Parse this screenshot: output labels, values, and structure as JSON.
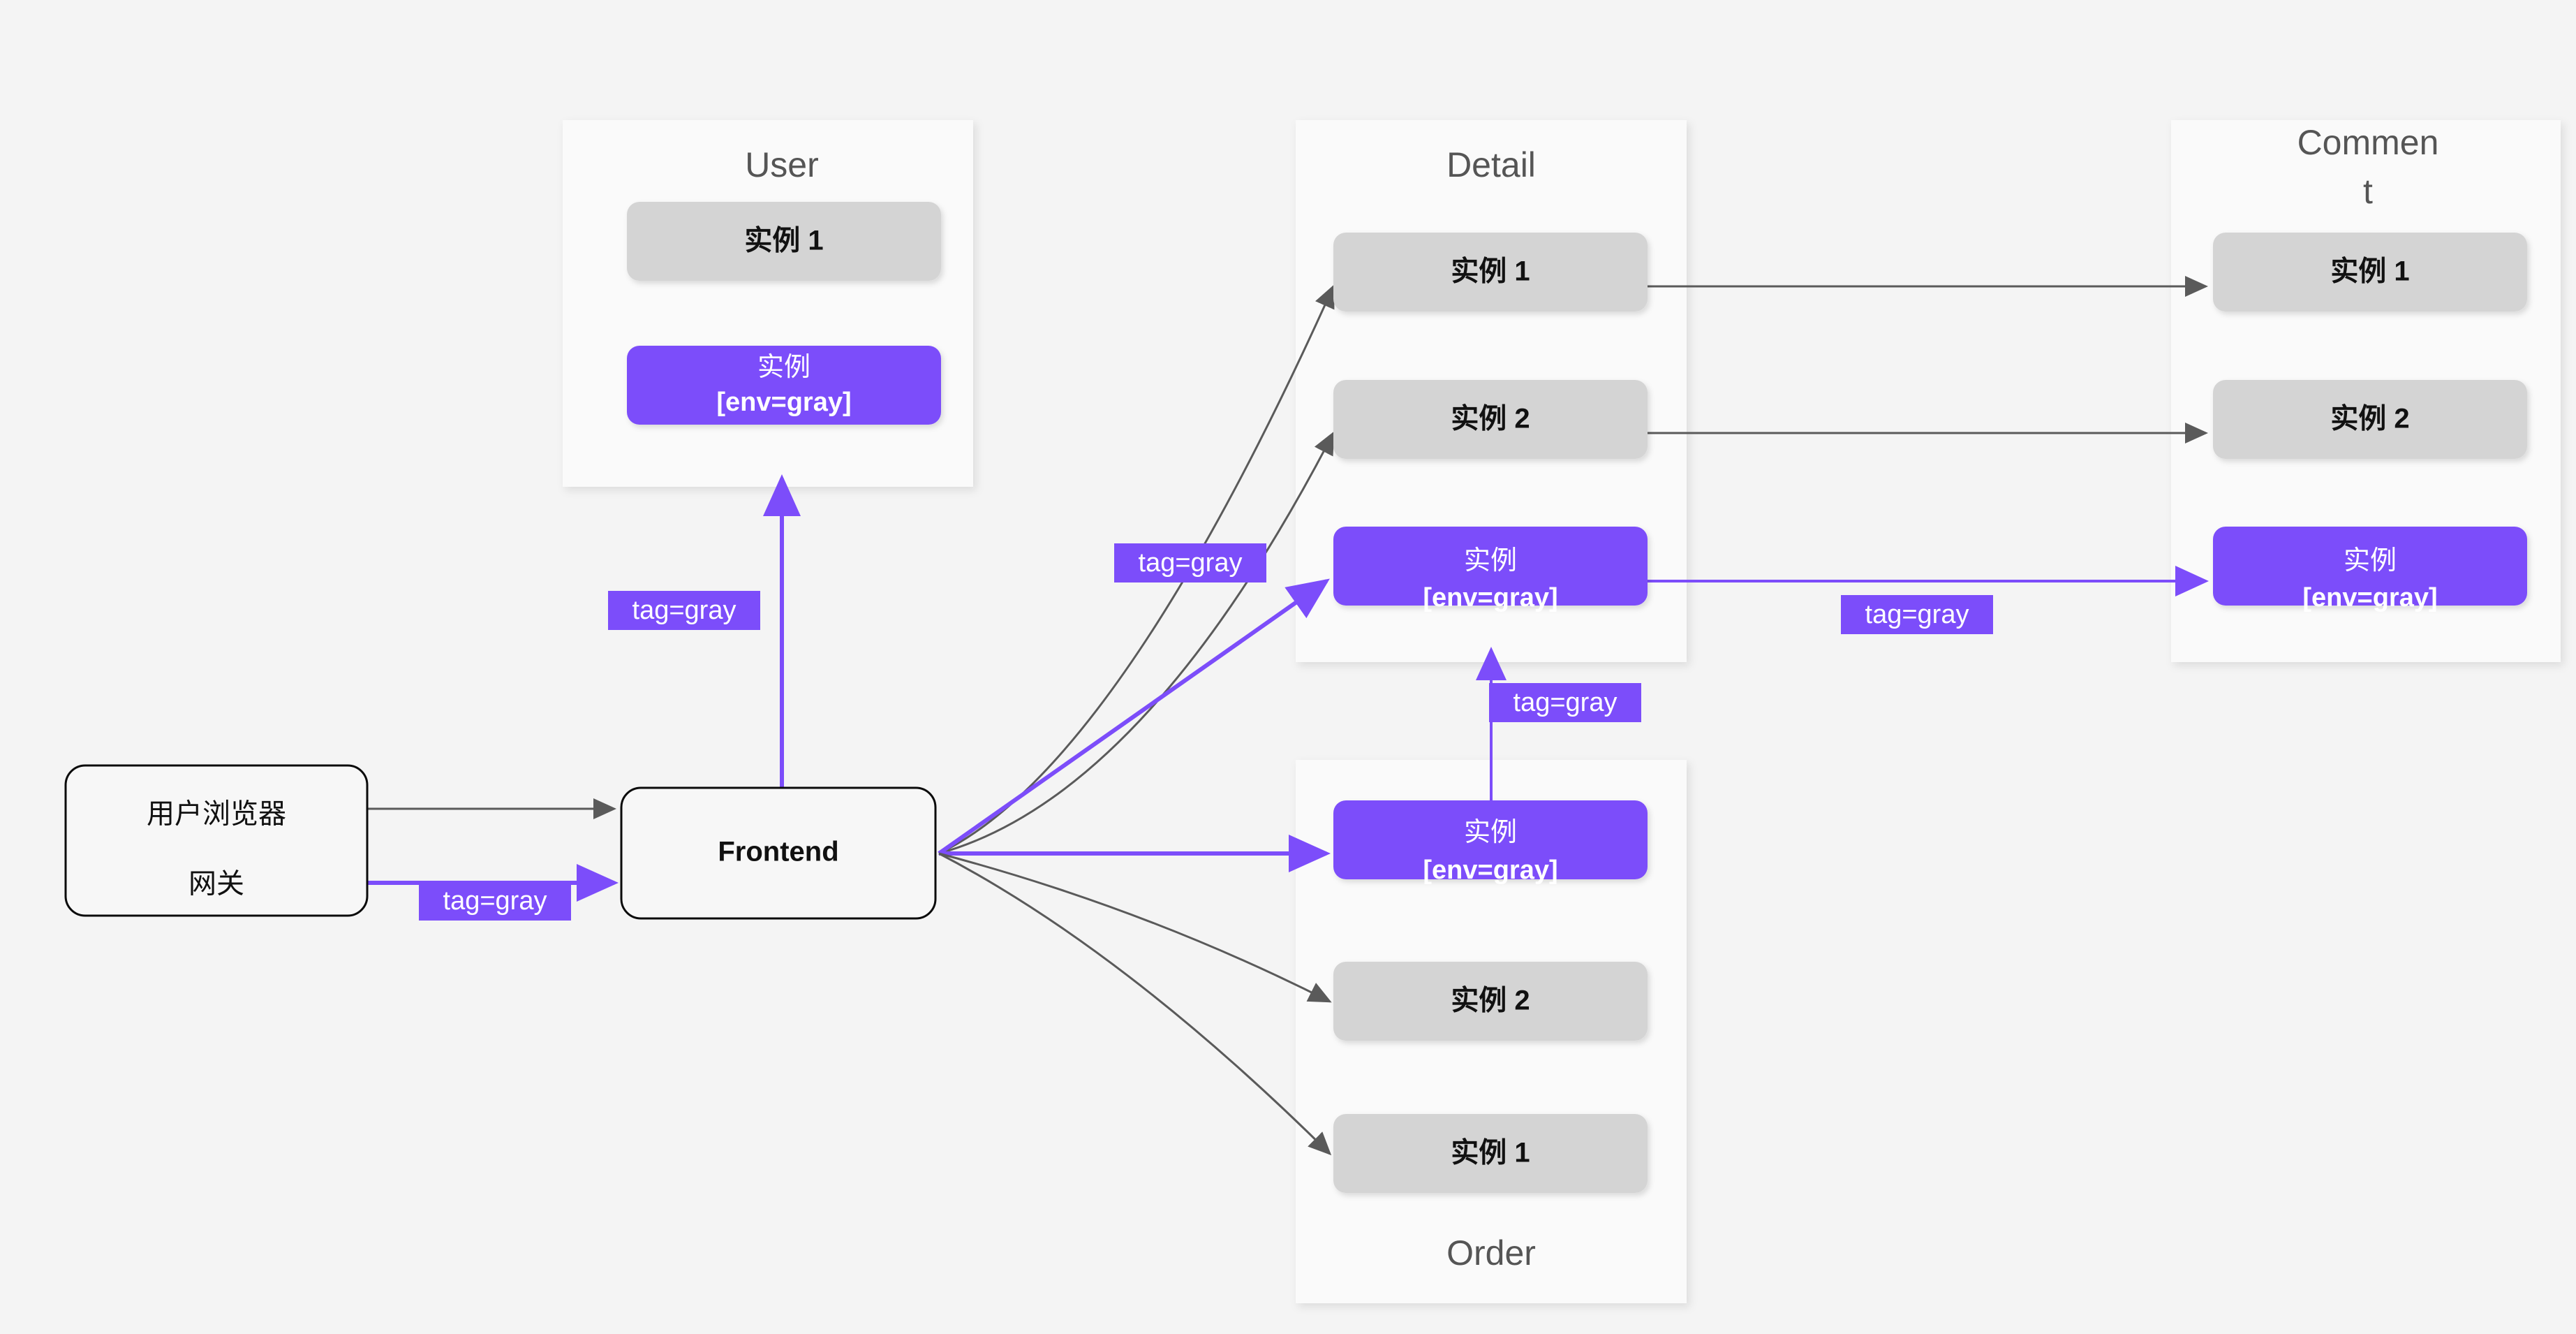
{
  "diagram": {
    "title_hidden": "",
    "background": "#f4f4f4",
    "accent_color": "#7c4dfa",
    "gray_node_color": "#d4d4d4",
    "edge_gray_color": "#5a5a5a"
  },
  "entry": {
    "line1": "用户浏览器",
    "line2": "网关"
  },
  "frontend": {
    "label": "Frontend"
  },
  "subgraphs": [
    {
      "id": "user",
      "title": "User",
      "title_pos": "top",
      "nodes": [
        {
          "id": "user-1",
          "kind": "gray",
          "line1": "实例 1",
          "line2": ""
        },
        {
          "id": "user-gray-inst",
          "kind": "purple",
          "line1": "实例",
          "line2": "[env=gray]"
        }
      ]
    },
    {
      "id": "detail",
      "title": "Detail",
      "title_pos": "top",
      "nodes": [
        {
          "id": "detail-1",
          "kind": "gray",
          "line1": "实例 1",
          "line2": ""
        },
        {
          "id": "detail-2",
          "kind": "gray",
          "line1": "实例 2",
          "line2": ""
        },
        {
          "id": "detail-gray-inst",
          "kind": "purple",
          "line1": "实例",
          "line2": "[env=gray]"
        }
      ]
    },
    {
      "id": "comment",
      "title_l1": "Commen",
      "title_l2": "t",
      "title": "Comment",
      "title_pos": "top",
      "nodes": [
        {
          "id": "comment-1",
          "kind": "gray",
          "line1": "实例 1",
          "line2": ""
        },
        {
          "id": "comment-2",
          "kind": "gray",
          "line1": "实例 2",
          "line2": ""
        },
        {
          "id": "comment-gray-inst",
          "kind": "purple",
          "line1": "实例",
          "line2": "[env=gray]"
        }
      ]
    },
    {
      "id": "order",
      "title": "Order",
      "title_pos": "bottom",
      "nodes": [
        {
          "id": "order-gray-inst",
          "kind": "purple",
          "line1": "实例",
          "line2": "[env=gray]"
        },
        {
          "id": "order-2",
          "kind": "gray",
          "line1": "实例 2",
          "line2": ""
        },
        {
          "id": "order-1",
          "kind": "gray",
          "line1": "实例 1",
          "line2": ""
        }
      ]
    }
  ],
  "edge_labels": [
    {
      "id": "el-entry-frontend",
      "text": "tag=gray"
    },
    {
      "id": "el-frontend-user",
      "text": "tag=gray"
    },
    {
      "id": "el-frontend-detail",
      "text": "tag=gray"
    },
    {
      "id": "el-order-detail",
      "text": "tag=gray"
    },
    {
      "id": "el-detail-comment",
      "text": "tag=gray"
    }
  ]
}
